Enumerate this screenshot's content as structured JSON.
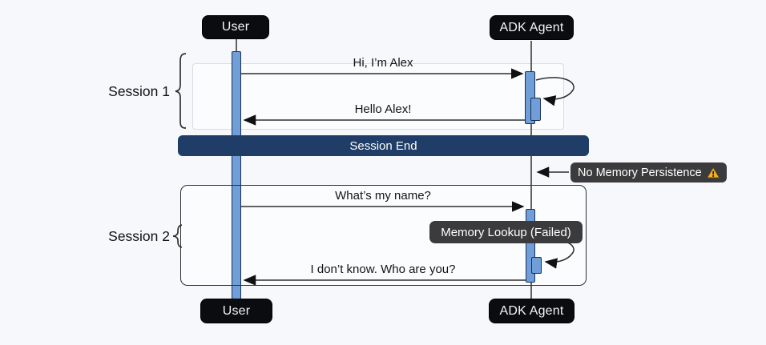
{
  "diagram": {
    "actors": {
      "user_top": "User",
      "agent_top": "ADK Agent",
      "user_bottom": "User",
      "agent_bottom": "ADK Agent"
    },
    "sessions": {
      "session1_label": "Session 1",
      "session2_label": "Session 2"
    },
    "messages": {
      "m1": "Hi, I’m Alex",
      "m2": "Hello Alex!",
      "m3": "What’s my name?",
      "m4": "I don’t know. Who are you?"
    },
    "separator": {
      "label": "Session End"
    },
    "notes": {
      "no_memory": "No Memory Persistence",
      "memory_lookup": "Memory Lookup (Failed)"
    },
    "icons": {
      "warning": "warning-triangle-icon"
    },
    "colors": {
      "background": "#f7f8fc",
      "actor_box_bg": "#0a0c10",
      "actor_box_text": "#f5f5f5",
      "activation_fill": "#6f9ed8",
      "activation_border": "#1c3050",
      "lifeline": "#2f2f2f",
      "separator_bg": "#1f3d66",
      "note_bg": "#3b3b3d",
      "warning_yellow": "#f2b424"
    }
  }
}
